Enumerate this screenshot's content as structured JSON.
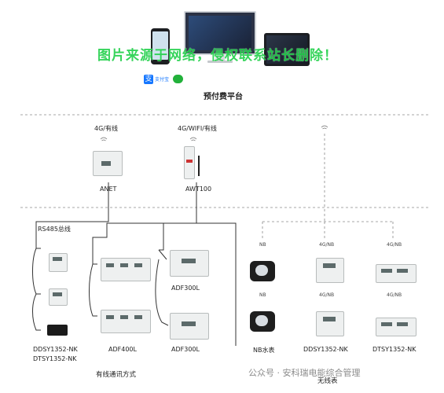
{
  "platform": {
    "label": "预付费平台",
    "watermark": "图片来源于网络，侵权联系站长删除！",
    "app_logos": [
      "alipay-logo",
      "wechat-logo"
    ],
    "alipay_text": "支付宝"
  },
  "gateways": [
    {
      "top_label": "4G/有线",
      "name": "ANET"
    },
    {
      "top_label": "4G/WIFI/有线",
      "name": "AWT100"
    }
  ],
  "bus_label": "RS485总线",
  "wired": {
    "caption": "有线通讯方式",
    "labels": {
      "ddsy_1": "DDSY1352-NK",
      "ddsy_2": "DTSY1352-NK",
      "adf400": "ADF400L",
      "adf300_top": "ADF300L",
      "adf300_bottom": "ADF300L"
    }
  },
  "wireless": {
    "caption": "无线表",
    "top_tags": [
      "NB",
      "4G/NB",
      "4G/NB"
    ],
    "mid_tags": [
      "NB",
      "4G/NB",
      "4G/NB"
    ],
    "labels": [
      "NB水表",
      "DDSY1352-NK",
      "DTSY1352-NK"
    ]
  },
  "footer": {
    "text": "公众号 · 安科瑞电能综合管理"
  },
  "colors": {
    "wire": "#333333",
    "dashed": "#8a8a8a",
    "watermark": "#21d04a",
    "device_body": "#eef0f0",
    "device_border": "#b8bcbc"
  }
}
